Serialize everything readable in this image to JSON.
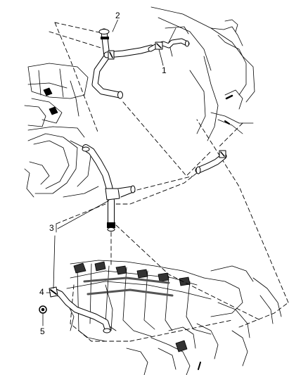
{
  "callouts": {
    "c1": "1",
    "c2": "2",
    "c3": "3",
    "c4": "4",
    "c5": "5"
  },
  "parts": [
    {
      "id": "1",
      "name": "clamp-icon"
    },
    {
      "id": "2",
      "name": "heater-hose-upper"
    },
    {
      "id": "3",
      "name": "heater-hose-lower"
    },
    {
      "id": "4",
      "name": "hose-fitting"
    },
    {
      "id": "5",
      "name": "grommet"
    }
  ],
  "colors": {
    "line": "#000000",
    "shade": "#555555",
    "background": "#ffffff"
  }
}
